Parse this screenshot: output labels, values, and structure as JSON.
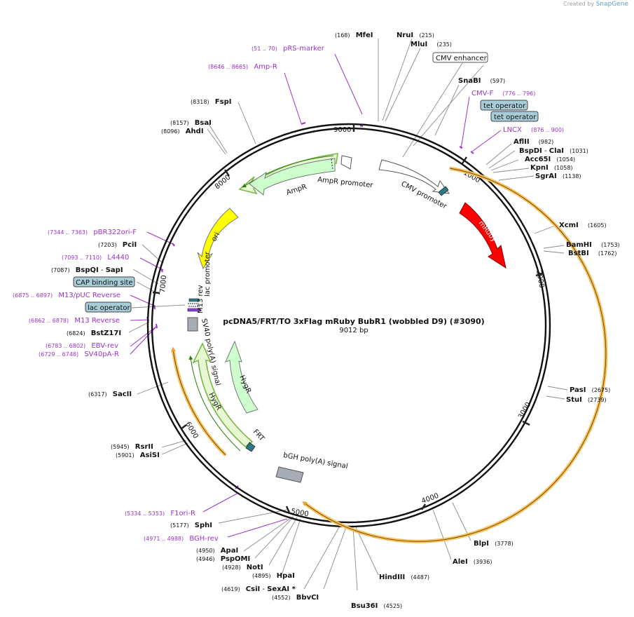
{
  "credit": {
    "prefix": "Created by",
    "brand": "SnapGene"
  },
  "plasmid": {
    "name": "pcDNA5/FRT/TO 3xFlag mRuby BubR1 (wobbled D9) (#3090)",
    "size": "9012 bp"
  },
  "ticks": [
    "9000",
    "1000",
    "2000",
    "3000",
    "4000",
    "5000",
    "6000",
    "7000",
    "8000"
  ],
  "sites": [
    {
      "name": "MfeI",
      "pos": "(168)"
    },
    {
      "name": "NruI",
      "pos": "(215)"
    },
    {
      "name": "MluI",
      "pos": "(235)"
    },
    {
      "name": "SnaBI",
      "pos": "(597)"
    },
    {
      "name": "AflII",
      "pos": "(982)"
    },
    {
      "name": "BspDI",
      "sep": " - ",
      "name2": "ClaI",
      "pos": "(1031)"
    },
    {
      "name": "Acc65I",
      "pos": "(1054)"
    },
    {
      "name": "KpnI",
      "pos": "(1058)"
    },
    {
      "name": "SgrAI",
      "pos": "(1138)"
    },
    {
      "name": "XcmI",
      "pos": "(1605)"
    },
    {
      "name": "BamHI",
      "pos": "(1753)"
    },
    {
      "name": "BstBI",
      "pos": "(1762)"
    },
    {
      "name": "PasI",
      "pos": "(2675)"
    },
    {
      "name": "StuI",
      "pos": "(2739)"
    },
    {
      "name": "BlpI",
      "pos": "(3778)"
    },
    {
      "name": "AleI",
      "pos": "(3936)"
    },
    {
      "name": "HindIII",
      "pos": "(4487)"
    },
    {
      "name": "Bsu36I",
      "pos": "(4525)"
    },
    {
      "name": "BbvCI",
      "pos": "(4552)"
    },
    {
      "name": "CsiI",
      "sep": " - ",
      "name2": "SexAI *",
      "pos": "(4619)"
    },
    {
      "name": "HpaI",
      "pos": "(4895)"
    },
    {
      "name": "NotI",
      "pos": "(4928)"
    },
    {
      "name": "PspOMI",
      "pos": "(4946)"
    },
    {
      "name": "ApaI",
      "pos": "(4950)"
    },
    {
      "name": "SphI",
      "pos": "(5177)"
    },
    {
      "name": "AsiSI",
      "pos": "(5901)"
    },
    {
      "name": "RsrII",
      "pos": "(5945)"
    },
    {
      "name": "SacII",
      "pos": "(6317)"
    },
    {
      "name": "BstZ17I",
      "pos": "(6824)"
    },
    {
      "name": "BspQI",
      "sep": " - ",
      "name2": "SapI",
      "pos": "(7087)"
    },
    {
      "name": "PciI",
      "pos": "(7203)"
    },
    {
      "name": "AhdI",
      "pos": "(8096)"
    },
    {
      "name": "BsaI",
      "pos": "(8157)"
    },
    {
      "name": "FspI",
      "pos": "(8318)"
    }
  ],
  "primers": [
    {
      "name": "pRS-marker",
      "pos": "(51 .. 70)"
    },
    {
      "name": "Amp-R",
      "pos": "(8646 .. 8665)"
    },
    {
      "name": "CMV-F",
      "pos": "(776 .. 796)"
    },
    {
      "name": "LNCX",
      "pos": "(876 .. 900)"
    },
    {
      "name": "pBR322ori-F",
      "pos": "(7344 .. 7363)"
    },
    {
      "name": "L4440",
      "pos": "(7093 .. 7110)"
    },
    {
      "name": "M13/pUC Reverse",
      "pos": "(6875 .. 6897)"
    },
    {
      "name": "M13 Reverse",
      "pos": "(6862 .. 6878)"
    },
    {
      "name": "EBV-rev",
      "pos": "(6783 .. 6802)"
    },
    {
      "name": "SV40pA-R",
      "pos": "(6729 .. 6748)"
    },
    {
      "name": "F1ori-R",
      "pos": "(5334 .. 5353)"
    },
    {
      "name": "BGH-rev",
      "pos": "(4971 .. 4988)"
    }
  ],
  "boxes": [
    "CMV enhancer",
    "tet operator",
    "tet operator",
    "CAP binding site",
    "lac operator"
  ],
  "features": {
    "ampr_promoter": "AmpR promoter",
    "ampr": "AmpR",
    "cmv_promoter": "CMV promoter",
    "mruby": "mRuby",
    "ori": "ori",
    "lac_promoter": "lac promoter",
    "m13_rev": "M13 rev",
    "sv40": "SV40 poly(A) signal",
    "hygr_inner": "HygR",
    "hygr_outer": "HygR",
    "frt": "FRT",
    "bgh": "bGH poly(A) signal"
  },
  "colors": {
    "primer": "#9933cc",
    "feature_green": "#ccffcc",
    "mruby": "#ff0000",
    "ori": "#ffff00",
    "box_fill": "#a7cdd9",
    "orf_orange": "#f6c15b",
    "orf_green": "#2e7d0a"
  }
}
